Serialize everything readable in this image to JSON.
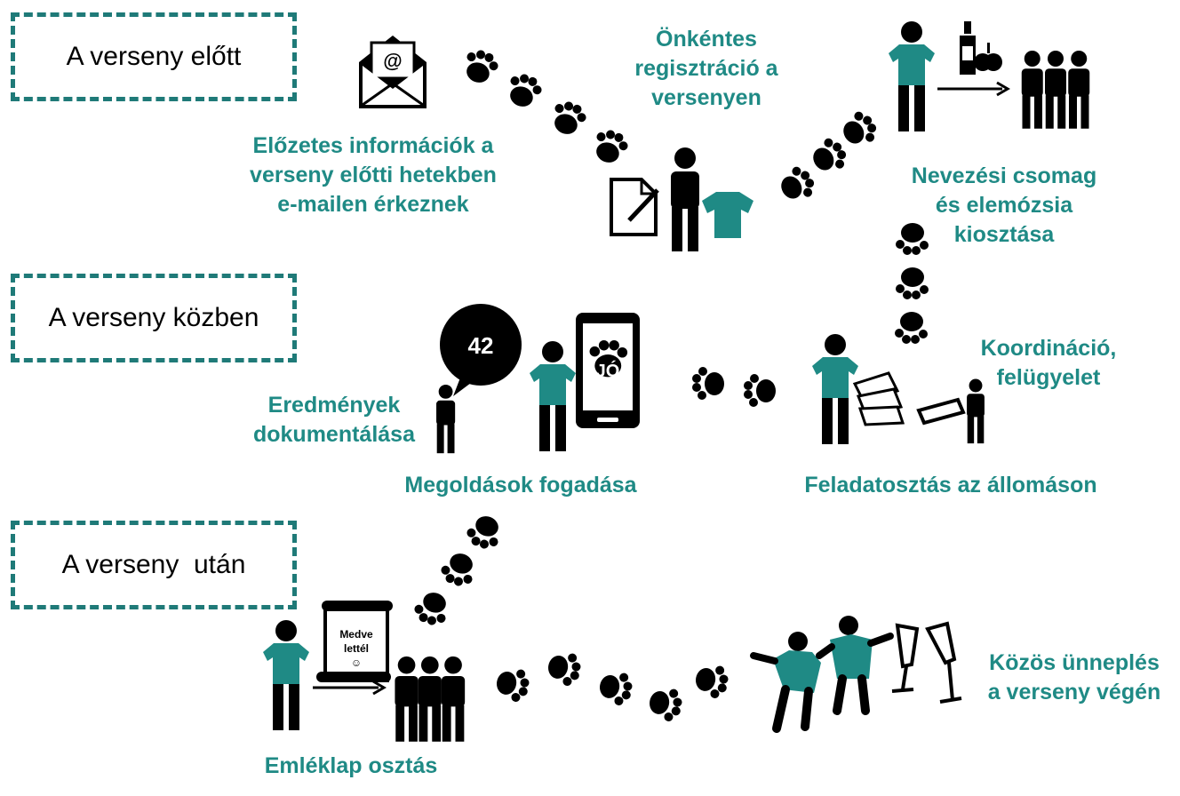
{
  "phases": {
    "before": "A verseny előtt",
    "during": "A verseny közben",
    "after": "A verseny  után"
  },
  "steps": {
    "email_info": [
      "Előzetes információk a",
      "verseny előtti hetekben",
      "e-mailen érkeznek"
    ],
    "registration": [
      "Önkéntes",
      "regisztráció a",
      "versenyen"
    ],
    "package": [
      "Nevezési csomag",
      "és elemózsia",
      "kiosztása"
    ],
    "coordination": [
      "Koordináció,",
      "felügyelet"
    ],
    "task_distribution": "Feladatosztás az állomáson",
    "solutions": "Megoldások fogadása",
    "results": [
      "Eredmények",
      "dokumentálása"
    ],
    "certificate": "Emléklap osztás",
    "celebration": [
      "Közös ünneplés",
      "a verseny végén"
    ]
  },
  "icons": {
    "speech_bubble_number": "42",
    "phone_screen_text": "JÓ",
    "certificate_text": [
      "Medve",
      "lettél",
      "☺"
    ]
  },
  "colors": {
    "teal": "#1f8a85",
    "border": "#1f7a78",
    "dark": "#000000"
  }
}
